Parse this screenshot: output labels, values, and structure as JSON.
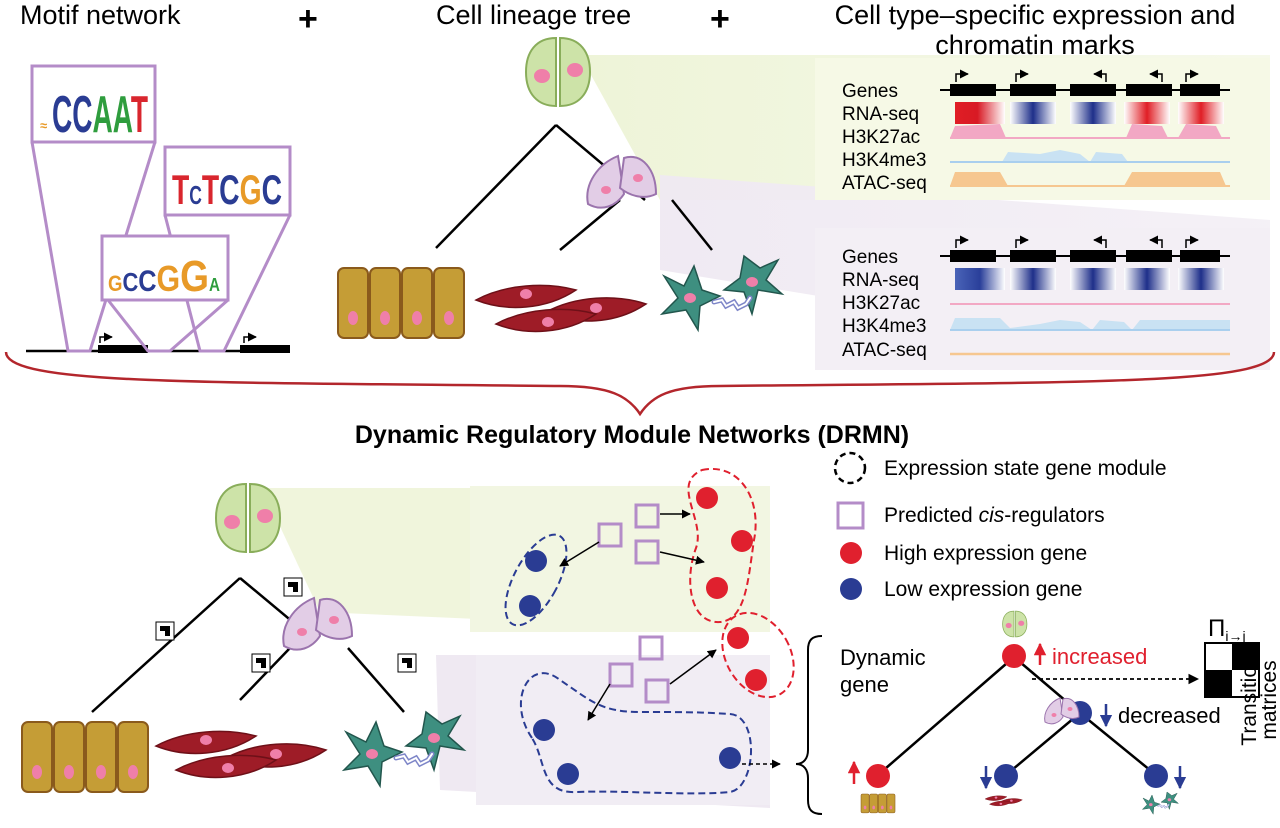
{
  "top": {
    "motif_title": "Motif network",
    "plus": "+",
    "lineage_title": "Cell lineage tree",
    "expr_title_line1": "Cell type–specific expression and",
    "expr_title_line2": "chromatin marks"
  },
  "motifs": {
    "logo1": "CCAAT",
    "logo2": "TCTCGC",
    "logo3": "GCCGGA"
  },
  "tracks": {
    "labels": [
      "Genes",
      "RNA-seq",
      "H3K27ac",
      "H3K4me3",
      "ATAC-seq"
    ]
  },
  "drmn_title": "Dynamic Regulatory Module Networks (DRMN)",
  "legend": {
    "module": "Expression state gene module",
    "cis_prefix": "Predicted ",
    "cis_italic": "cis",
    "cis_suffix": "-regulators",
    "high": "High expression gene",
    "low": "Low expression gene"
  },
  "dynamic": {
    "label_line1": "Dynamic",
    "label_line2": "gene",
    "increased": "increased",
    "decreased": "decreased",
    "pi_symbol": "Π",
    "pi_subscript": "i→j",
    "transition_line1": "Transition",
    "transition_line2": "matrices"
  },
  "colors": {
    "purple": "#b48cc8",
    "red": "#e0202e",
    "blue": "#2a3c93",
    "green_bg": "#f1f6e1",
    "purple_bg": "#f3eff5",
    "brace": "#b3262c",
    "pink_track": "#f2a8c4",
    "blue_track": "#c9e2f3",
    "orange_track": "#f6c790"
  }
}
